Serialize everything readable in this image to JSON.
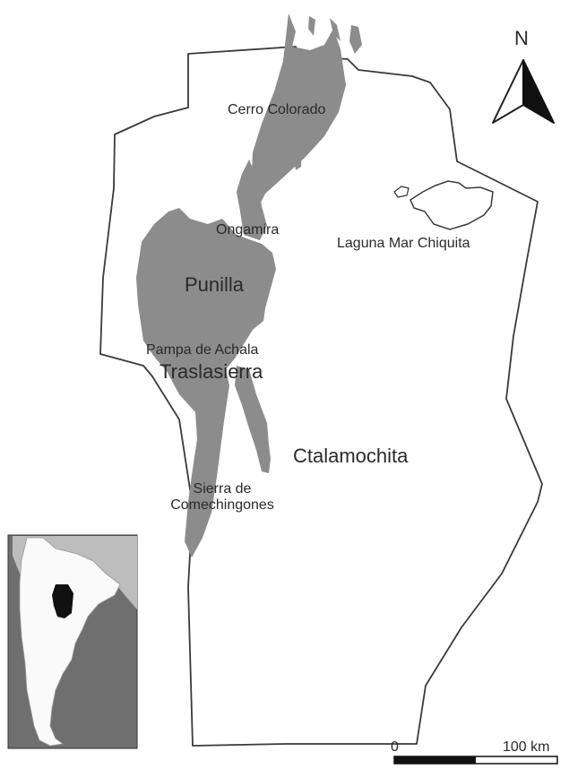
{
  "map": {
    "north_label": "N",
    "places": {
      "cerro_colorado": "Cerro Colorado",
      "ongamira": "Ongamira",
      "laguna": "Laguna Mar Chiquita",
      "punilla": "Punilla",
      "pampa": "Pampa de Achala",
      "traslasierra": "Traslasierra",
      "ctalamochita": "Ctalamochita",
      "sierra_line1": "Sierra de",
      "sierra_line2": "Comechingones"
    },
    "scale": {
      "start": "0",
      "end": "100 km"
    },
    "colors": {
      "mountains": "#8c8c8c",
      "outline": "#3a3a3a",
      "inset_ocean": "#6f6f6f",
      "inset_land": "#fafafa",
      "inset_highlight": "#111111"
    }
  }
}
